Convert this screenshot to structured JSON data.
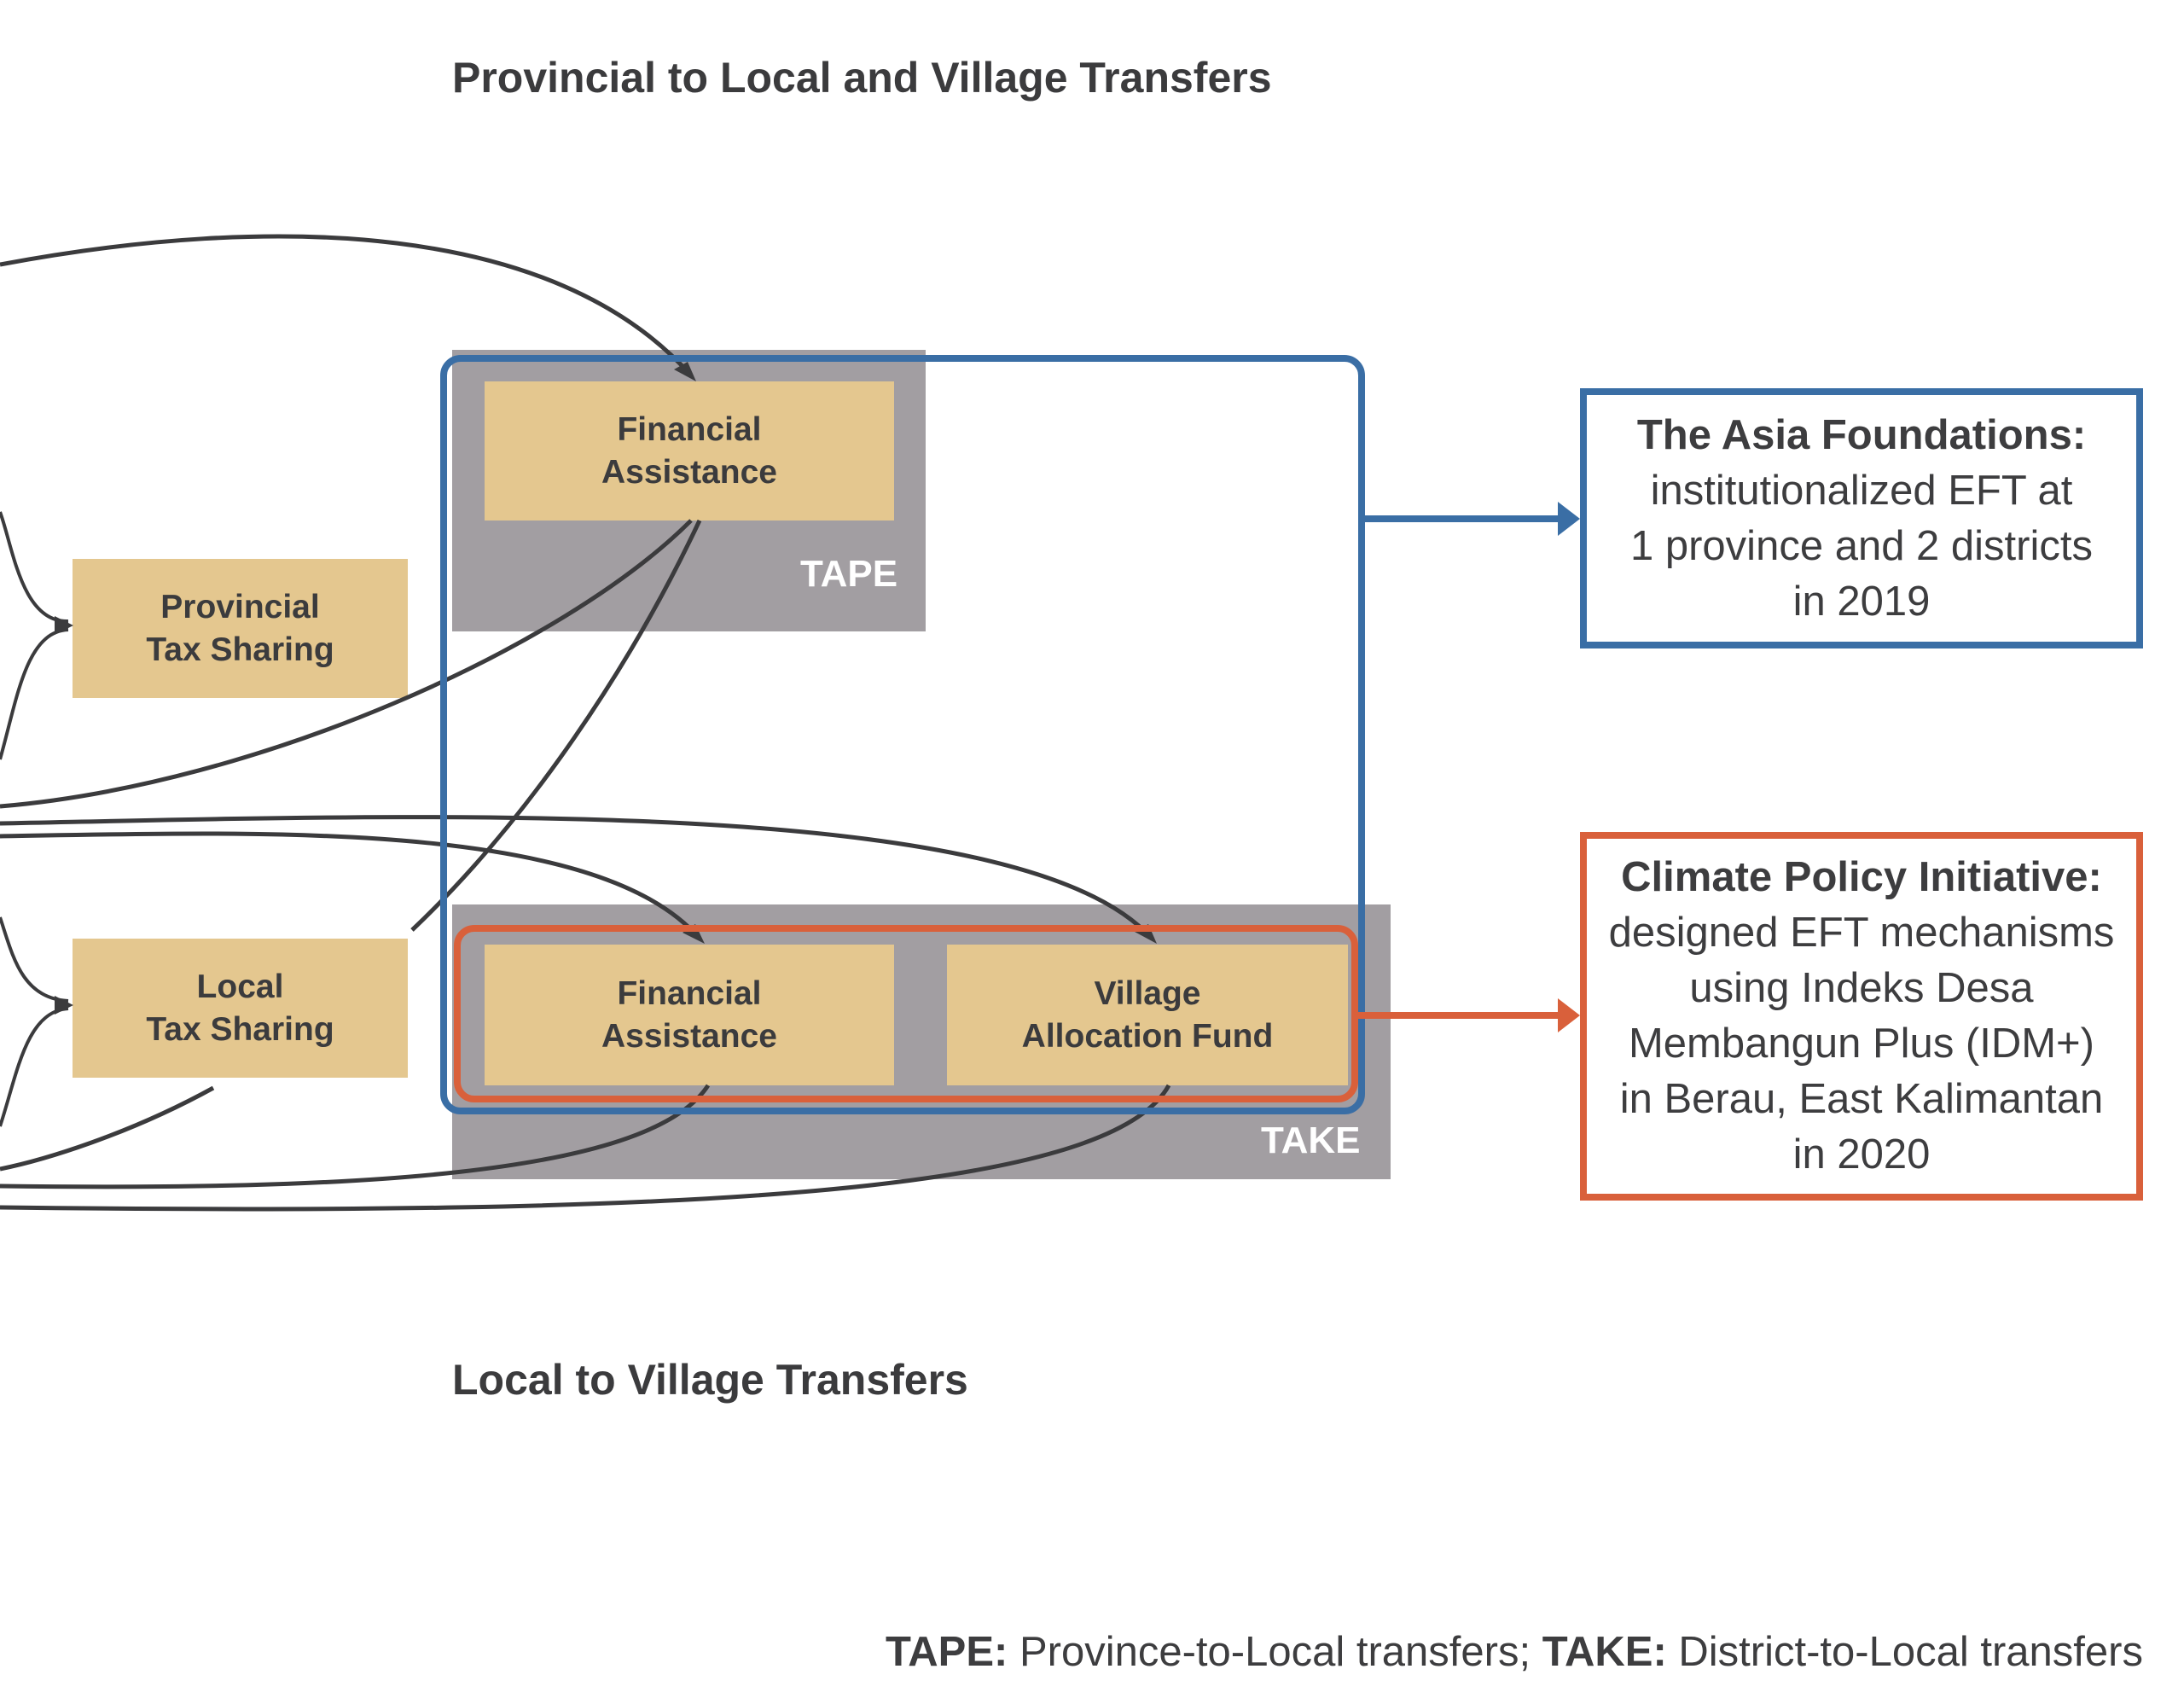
{
  "headings": {
    "top": "Provincial to Local and Village Transfers",
    "bottom": "Local to Village Transfers"
  },
  "groups": {
    "tape_label": "TAPE",
    "take_label": "TAKE"
  },
  "boxes": {
    "provincial_tax_sharing": [
      "Provincial",
      "Tax Sharing"
    ],
    "local_tax_sharing": [
      "Local",
      "Tax Sharing"
    ],
    "tape_financial_assistance": [
      "Financial",
      "Assistance"
    ],
    "take_financial_assistance": [
      "Financial",
      "Assistance"
    ],
    "village_allocation_fund": [
      "Village",
      "Allocation Fund"
    ]
  },
  "callouts": {
    "asia": {
      "title": "The Asia Foundations:",
      "lines": [
        "institutionalized EFT at",
        "1 province and 2 districts",
        "in 2019"
      ]
    },
    "cpi": {
      "title": "Climate Policy Initiative:",
      "lines": [
        "designed EFT mechanisms",
        "using Indeks Desa",
        "Membangun Plus (IDM+)",
        "in Berau, East Kalimantan",
        "in 2020"
      ]
    }
  },
  "footnote": {
    "tape_key": "TAPE:",
    "tape_text": " Province-to-Local transfers; ",
    "take_key": "TAKE:",
    "take_text": " District-to-Local transfers"
  },
  "colors": {
    "blue": "#3a6ea5",
    "orange": "#d9603b",
    "tan": "#e4c78f",
    "grey": "#a29ea2",
    "line": "#3b3b3d"
  }
}
